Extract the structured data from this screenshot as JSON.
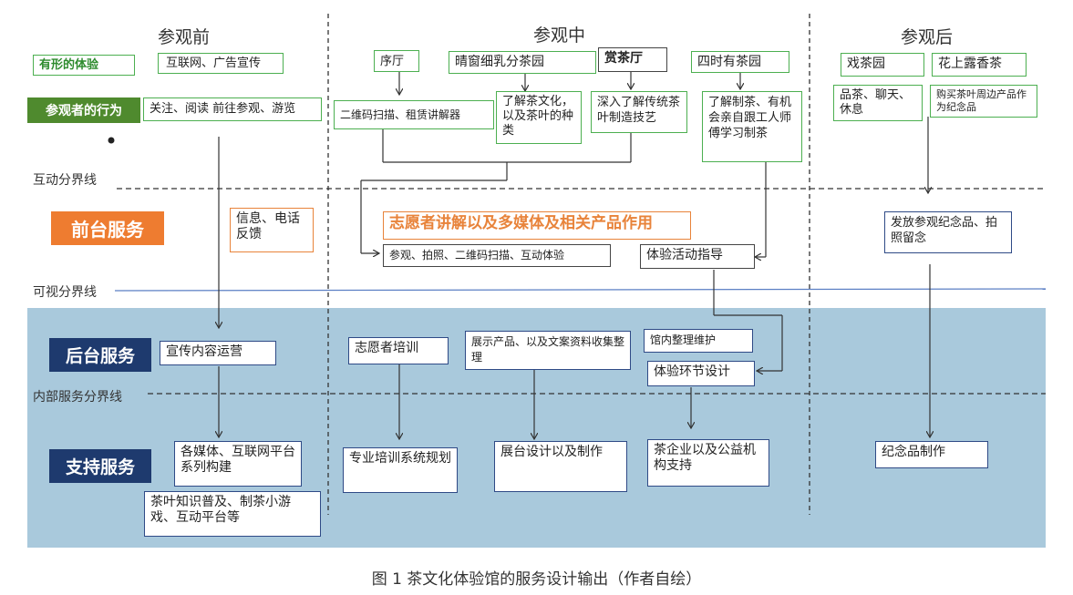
{
  "phases": {
    "before": "参观前",
    "during": "参观中",
    "after": "参观后"
  },
  "boundaries": {
    "interaction": "互动分界线",
    "visibility": "可视分界线",
    "internal": "内部服务分界线"
  },
  "lanes": {
    "tangible": "有形的体验",
    "visitor_behavior": "参观者的行为",
    "frontstage": "前台服务",
    "backstage": "后台服务",
    "support": "支持服务"
  },
  "boxes": {
    "internet_ads": "互联网、广告宣传",
    "attention_read": "关注、阅读  前往参观、游览",
    "foyer": "序厅",
    "sunny_window": "晴窗细乳分茶园",
    "tea_hall": "赏茶厅",
    "four_seasons": "四时有茶园",
    "qr_rent": "二维码扫描、租赁讲解器",
    "learn_culture": "了解茶文化，以及茶叶的种类",
    "deep_learn": "深入了解传统茶叶制造技艺",
    "learn_making": "了解制茶、有机会亲自跟工人师傅学习制茶",
    "opera_garden": "戏茶园",
    "flower_tea": "花上露香茶",
    "taste_rest": "品茶、聊天、休息",
    "buy_souvenir": "购买茶叶周边产品作为纪念品",
    "info_feedback": "信息、电话反馈",
    "volunteer_media": "志愿者讲解以及多媒体及相关产品作用",
    "visit_photo": "参观、拍照、二维码扫描、互动体验",
    "activity_guide": "体验活动指导",
    "souvenir_photo": "发放参观纪念品、拍照留念",
    "publicity_ops": "宣传内容运营",
    "volunteer_training": "志愿者培训",
    "product_display": "展示产品、以及文案资料收集整理",
    "hall_maintenance": "馆内整理维护",
    "experience_design": "体验环节设计",
    "media_platform": "各媒体、互联网平台系列构建",
    "tea_knowledge": "茶叶知识普及、制茶小游戏、互动平台等",
    "training_system": "专业培训系统规划",
    "exhibit_design": "展台设计以及制作",
    "enterprise_support": "茶企业以及公益机构支持",
    "souvenir_making": "纪念品制作"
  },
  "caption": "图 1   茶文化体验馆的服务设计输出（作者自绘）",
  "colors": {
    "lower_band": "#a9c9dc",
    "frontstage": "#ee7c30",
    "navy": "#1e3a6e",
    "green": "#4caf50"
  }
}
